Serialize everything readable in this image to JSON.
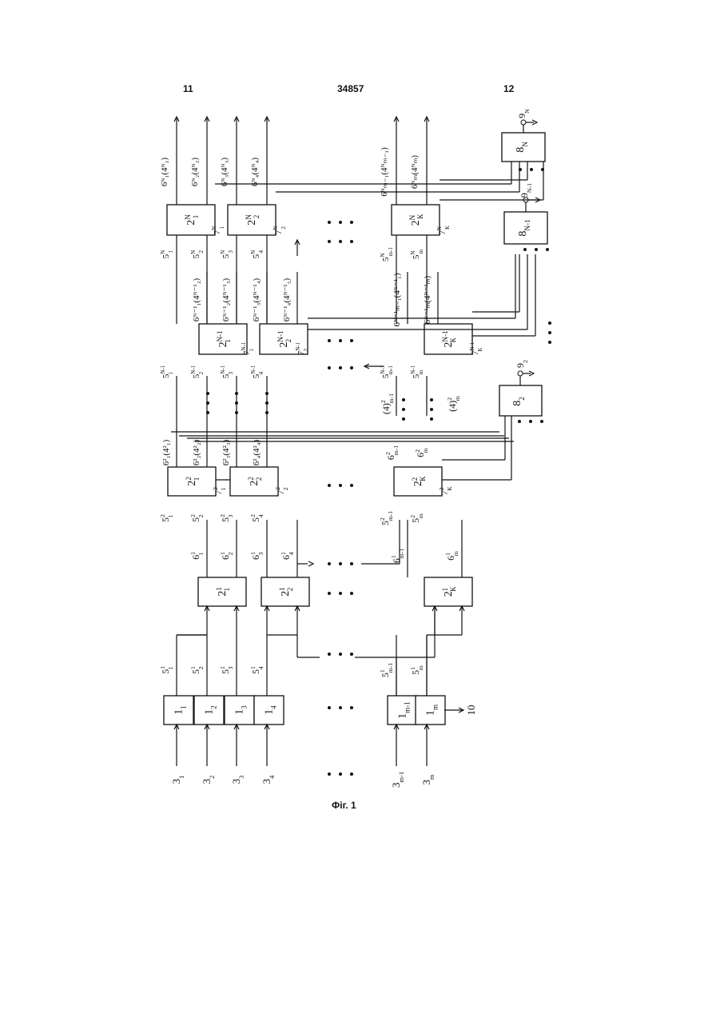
{
  "header": {
    "left": "11",
    "center": "34857",
    "right": "12"
  },
  "caption": "Фіг. 1",
  "diagram": {
    "inputs": [
      "3",
      "3",
      "3",
      "3",
      "3",
      "3"
    ],
    "inputs_sub": [
      "1",
      "2",
      "3",
      "4",
      "m-1",
      "m"
    ],
    "blocks1": [
      "1",
      "1",
      "1",
      "1",
      "1",
      "1"
    ],
    "blocks1_sub": [
      "1",
      "2",
      "3",
      "4",
      "m-1",
      "m"
    ],
    "out10": "10",
    "stage1": [
      "2",
      "2",
      "2"
    ],
    "stage1_sub": [
      "1",
      "2",
      "К"
    ],
    "stage1_sup": "1",
    "stage2": [
      "2",
      "2",
      "2"
    ],
    "stage2_sub": [
      "1",
      "2",
      "К"
    ],
    "stage2_sup": "2",
    "stageN1": [
      "2",
      "2",
      "2"
    ],
    "stageN1_sub": [
      "1",
      "2",
      "К"
    ],
    "stageN1_sup": "N-1",
    "stageN": [
      "2",
      "2",
      "2"
    ],
    "stageN_sub": [
      "1",
      "2",
      "К"
    ],
    "stageN_sup": "N",
    "eight": [
      "8",
      "8",
      "8"
    ],
    "eight_sub": [
      "2",
      "N-1",
      "N"
    ],
    "nine": [
      "9",
      "9",
      "9"
    ],
    "nine_sub": [
      "2",
      "N-1",
      "N"
    ],
    "labels": {
      "s51": [
        "5",
        "5",
        "5",
        "5",
        "5",
        "5"
      ],
      "s51_sup": "1",
      "s51_sub": [
        "1",
        "2",
        "3",
        "4",
        "m-1",
        "m"
      ],
      "s61": [
        "6",
        "6",
        "6",
        "6",
        "6",
        "6"
      ],
      "s61_sup": "1",
      "s61_sub": [
        "1",
        "2",
        "3",
        "4",
        "m-1",
        "m"
      ],
      "s52": [
        "5",
        "5",
        "5",
        "5",
        "5",
        "5"
      ],
      "s52_sup": "2",
      "s52_sub": [
        "1",
        "2",
        "3",
        "4",
        "m-1",
        "m"
      ],
      "s72": [
        "7",
        "7",
        "7"
      ],
      "s72_sup": "2",
      "s72_sub": [
        "1",
        "2",
        "К"
      ],
      "s62": [
        "6²₁(4²₁)",
        "6²₂(4²₂)",
        "6²₃(4²₃)",
        "6²₄(4²₄)",
        "6",
        "6"
      ],
      "s62_tail_sup": "2",
      "s62_tail_sub": [
        "m-1",
        "m"
      ],
      "mid42": [
        "(4",
        "(4"
      ],
      "mid42_sup": "2",
      "mid42_sub": [
        "m-1",
        "m"
      ],
      "s5N1": [
        "5",
        "5",
        "5",
        "5",
        "5",
        "5"
      ],
      "s5N1_sup": "N-1",
      "s5N1_sub": [
        "1",
        "2",
        "3",
        "4",
        "m-1",
        "m"
      ],
      "s7N1": [
        "7",
        "7",
        "7"
      ],
      "s7N1_sup": "N-1",
      "s7N1_sub": [
        "1",
        "2",
        "К"
      ],
      "s6N1": [
        "6ᴺ⁻¹₁(4ᴺ⁻¹₂)",
        "6ᴺ⁻¹₂(4ᴺ⁻¹₃)",
        "6ᴺ⁻¹₃(4ᴺ⁻¹₄)",
        "6ᴺ⁻¹₄(4ᴺ⁻¹₅)",
        "6ᴺ⁻¹ₘ₋₁(4ᴺ⁻¹₁)",
        "6ᴺ⁻¹ₘ(4ᴺ⁻¹ₘ)"
      ],
      "s5N": [
        "5",
        "5",
        "5",
        "5",
        "5",
        "5"
      ],
      "s5N_sup": "N",
      "s5N_sub": [
        "1",
        "2",
        "3",
        "4",
        "m-1",
        "m"
      ],
      "s7N": [
        "7",
        "7",
        "7"
      ],
      "s7N_sup": "N",
      "s7N_sub": [
        "1",
        "2",
        "К"
      ],
      "s6N": [
        "6ᴺ₁(4ᴺ₁)",
        "6ᴺ₂(4ᴺ₂)",
        "6ᴺ₃(4ᴺ₃)",
        "6ᴺ₄(4ᴺ₄)",
        "6ᴺₘ₋₁(4ᴺₘ₋₁)",
        "6ᴺₘ(4ᴺₘ)"
      ]
    },
    "dots": "• • •"
  }
}
